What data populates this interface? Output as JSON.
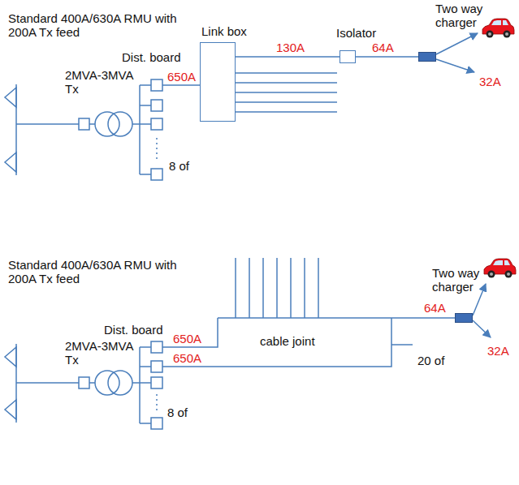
{
  "diagram": {
    "nodes": [
      {
        "text": [
          "Link box"
        ]
      },
      {
        "text": [
          "Isolator"
        ]
      },
      {
        "text": [
          "Two way charger"
        ]
      },
      {
        "text": [
          "Two way charger"
        ]
      }
    ],
    "edges": [
      {
        "from": 0,
        "to": 1,
        "arrow": "none",
        "label": "130A"
      },
      {
        "from": 1,
        "to": 2,
        "arrow": "none",
        "label": "64A"
      }
    ],
    "labels": [
      "Standard 400A/630A RMU with 200A Tx feed",
      "Dist. board",
      "2MVA-3MVA Tx",
      "650A",
      "8 of",
      "32A",
      "Standard 400A/630A RMU with 200A Tx feed",
      "Dist. board",
      "2MVA-3MVA Tx",
      "650A",
      "650A",
      "cable joint",
      "8 of",
      "64A",
      "20 of",
      "32A"
    ]
  }
}
